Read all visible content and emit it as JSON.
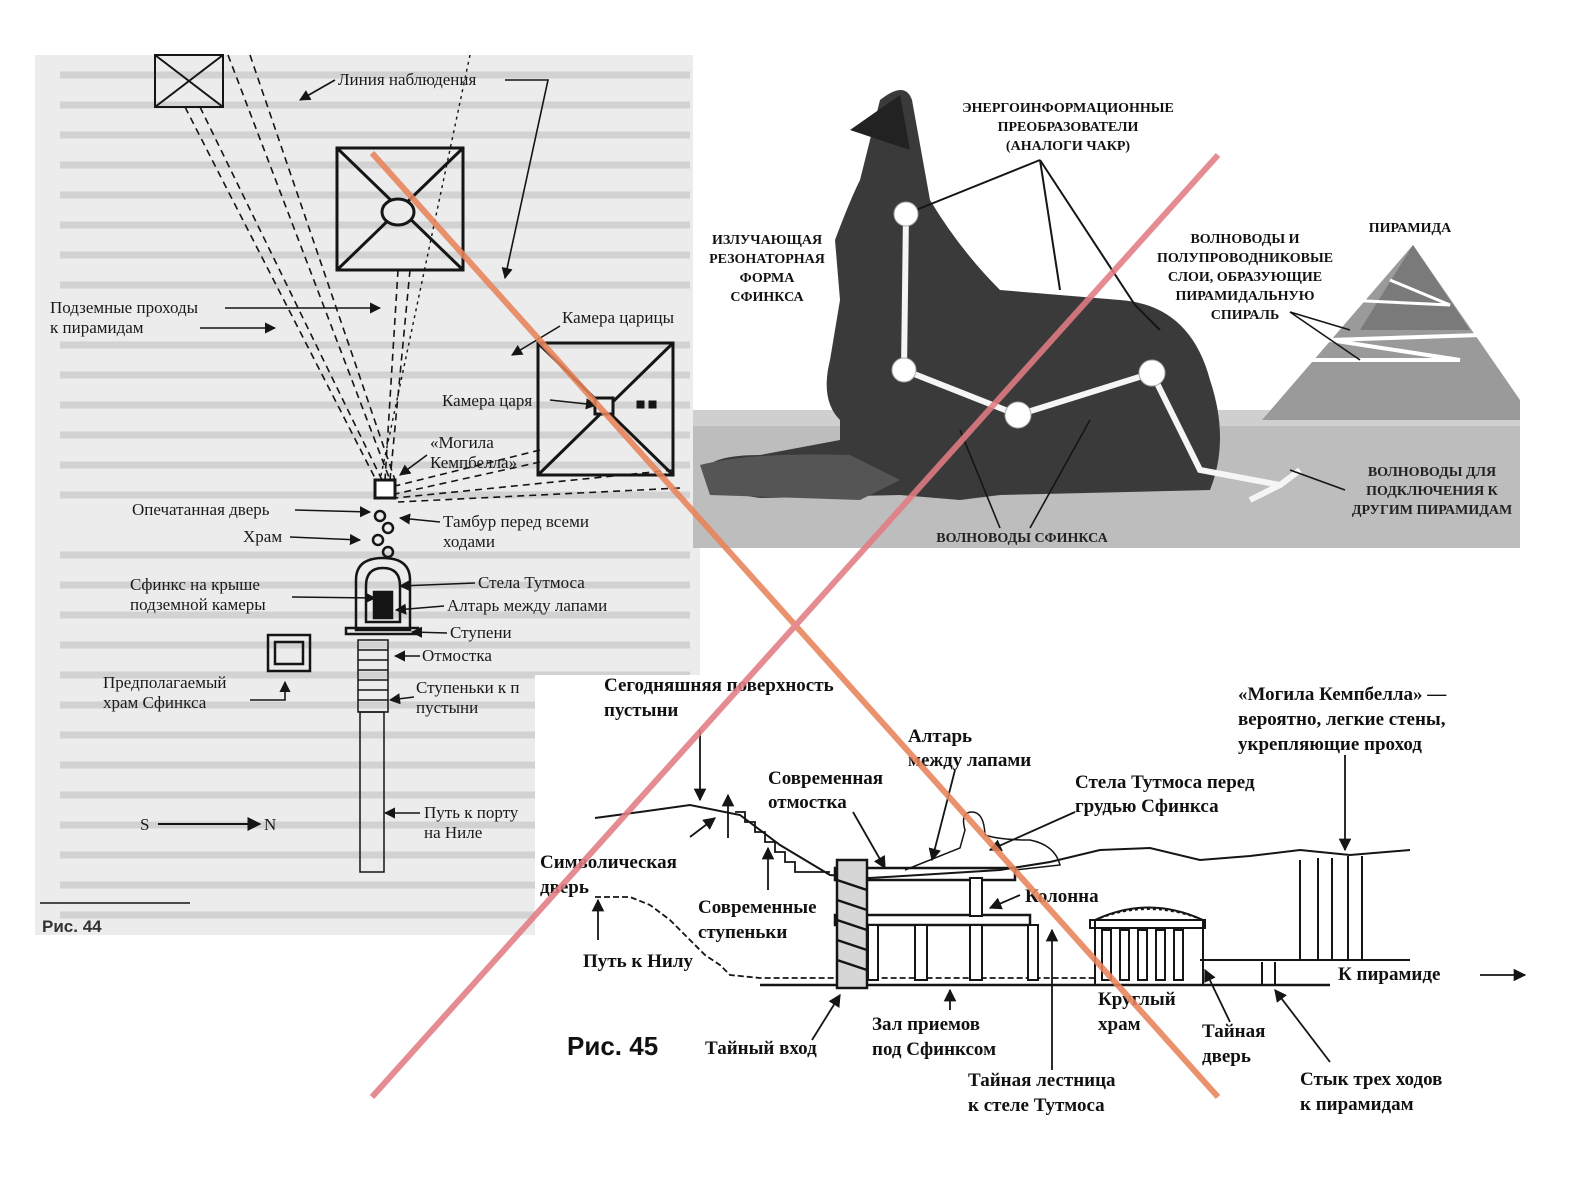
{
  "fig44": {
    "caption": "Рис. 44",
    "labels": {
      "observation_line": "Линия наблюдения",
      "underground_passages_1": "Подземные проходы",
      "underground_passages_2": "к пирамидам",
      "queens_chamber": "Камера царицы",
      "kings_chamber": "Камера царя",
      "campbells_tomb_1": "«Могила",
      "campbells_tomb_2": "Кемпбелла»",
      "sealed_door": "Опечатанная дверь",
      "vestibule_1": "Тамбур перед всеми",
      "vestibule_2": "ходами",
      "temple": "Храм",
      "sphinx_on_roof_1": "Сфинкс на крыше",
      "sphinx_on_roof_2": "подземной камеры",
      "thutmose_stele": "Стела Тутмоса",
      "altar_between_paws": "Алтарь между лапами",
      "steps": "Ступени",
      "apron": "Отмостка",
      "supposed_temple_1": "Предполагаемый",
      "supposed_temple_2": "храм Сфинкса",
      "desert_steps_1": "Ступеньки к п",
      "desert_steps_2": "пустыни",
      "path_to_port_1": "Путь к порту",
      "path_to_port_2": "на Ниле",
      "compass_s": "S",
      "compass_n": "N"
    }
  },
  "sphinx_panel": {
    "labels": {
      "energy_1": "ЭНЕРГОИНФОРМАЦИОННЫЕ",
      "energy_2": "ПРЕОБРАЗОВАТЕЛИ",
      "energy_3": "(АНАЛОГИ ЧАКР)",
      "emitting_1": "ИЗЛУЧАЮЩАЯ",
      "emitting_2": "РЕЗОНАТОРНАЯ",
      "emitting_3": "ФОРМА",
      "emitting_4": "СФИНКСА",
      "waveguides_1": "ВОЛНОВОДЫ И",
      "waveguides_2": "ПОЛУПРОВОДНИКОВЫЕ",
      "waveguides_3": "СЛОИ, ОБРАЗУЮЩИЕ",
      "waveguides_4": "ПИРАМИДАЛЬНУЮ",
      "waveguides_5": "СПИРАЛЬ",
      "pyramid": "ПИРАМИДА",
      "connect_1": "ВОЛНОВОДЫ ДЛЯ",
      "connect_2": "ПОДКЛЮЧЕНИЯ К",
      "connect_3": "ДРУГИМ ПИРАМИДАМ",
      "sphinx_waveguides": "ВОЛНОВОДЫ СФИНКСА"
    }
  },
  "fig45": {
    "caption": "Рис. 45",
    "labels": {
      "surface_1": "Сегодняшняя поверхность",
      "surface_2": "пустыни",
      "altar_1": "Алтарь",
      "altar_2": "между лапами",
      "modern_apron_1": "Современная",
      "modern_apron_2": "отмостка",
      "stele_1": "Стела Тутмоса перед",
      "stele_2": "грудью Сфинкса",
      "campbell_1": "«Могила Кемпбелла» —",
      "campbell_2": "вероятно, легкие стены,",
      "campbell_3": "укрепляющие проход",
      "symbolic_door_1": "Символическая",
      "symbolic_door_2": "дверь",
      "column": "Колонна",
      "modern_steps_1": "Современные",
      "modern_steps_2": "ступеньки",
      "path_to_nile": "Путь к Нилу",
      "to_pyramid": "К пирамиде",
      "round_temple_1": "Круглый",
      "round_temple_2": "храм",
      "secret_door_1": "Тайная",
      "secret_door_2": "дверь",
      "reception_hall_1": "Зал приемов",
      "reception_hall_2": "под Сфинксом",
      "secret_entrance": "Тайный вход",
      "secret_stair_1": "Тайная лестница",
      "secret_stair_2": "к стеле Тутмоса",
      "junction_1": "Стык трех ходов",
      "junction_2": "к пирамидам"
    }
  },
  "colors": {
    "cross_orange": "#e8845a",
    "cross_pink": "#e27c84",
    "ink": "#151515",
    "paper_grey": "#ececec",
    "photo_bg": "#bdbdbd"
  }
}
